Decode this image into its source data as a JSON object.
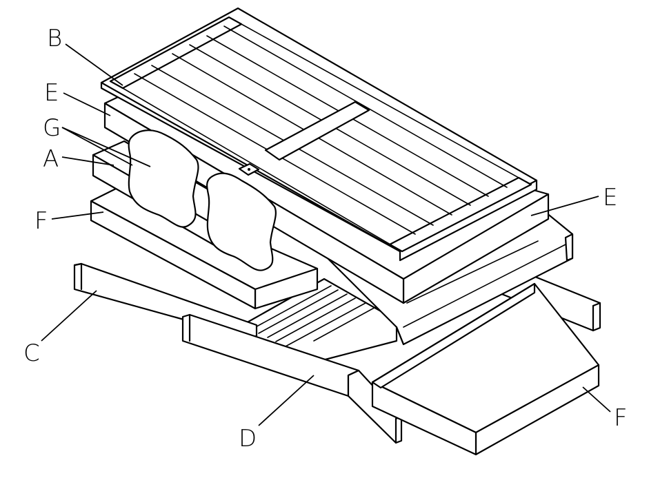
{
  "labels": {
    "b": "B",
    "e_left": "E",
    "e_right": "E",
    "g": "G",
    "a": "A",
    "f_left": "F",
    "f_right": "F",
    "c": "C",
    "d": "D"
  },
  "colors": {
    "line": "#000000",
    "background": "#ffffff"
  }
}
